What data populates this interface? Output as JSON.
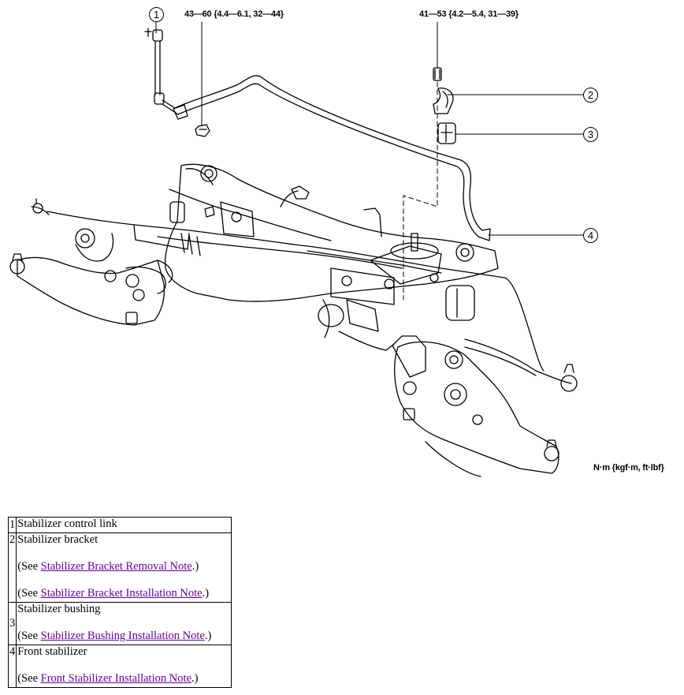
{
  "diagram": {
    "torque_1": "43—60 {4.4—6.1, 32—44}",
    "torque_2": "41—53 {4.2—5.4, 31—39}",
    "units": "N·m {kgf·m, ft·lbf}",
    "callouts": [
      "1",
      "2",
      "3",
      "4"
    ]
  },
  "parts": [
    {
      "num": "1",
      "name": "Stabilizer control link",
      "notes": []
    },
    {
      "num": "2",
      "name": "Stabilizer bracket",
      "notes": [
        {
          "prefix": "(See ",
          "link": "Stabilizer Bracket Removal Note",
          "suffix": ".)"
        },
        {
          "prefix": "(See ",
          "link": "Stabilizer Bracket Installation Note",
          "suffix": ".)"
        }
      ]
    },
    {
      "num": "3",
      "name": "Stabilizer bushing",
      "notes": [
        {
          "prefix": "(See ",
          "link": "Stabilizer Bushing Installation Note",
          "suffix": ".)"
        }
      ]
    },
    {
      "num": "4",
      "name": "Front stabilizer",
      "notes": [
        {
          "prefix": "(See ",
          "link": "Front Stabilizer Installation Note",
          "suffix": ".)"
        }
      ]
    }
  ]
}
